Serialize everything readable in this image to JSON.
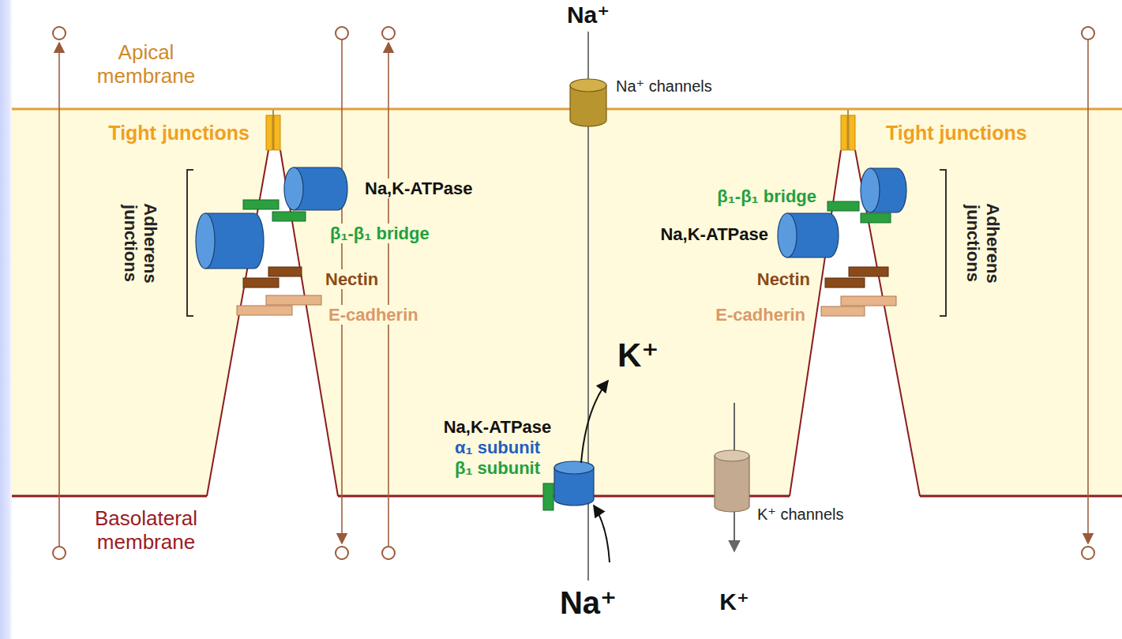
{
  "diagram": {
    "labels": [
      "Na⁺",
      "Apical membrane",
      "Na⁺ channels",
      "Tight junctions",
      "Adherens junctions",
      "Na,K-ATPase",
      "β₁-β₁ bridge",
      "Nectin",
      "E-cadherin",
      "Tight junctions",
      "β₁-β₁ bridge",
      "Na,K-ATPase",
      "Adherens junctions",
      "Nectin",
      "E-cadherin",
      "K⁺",
      "Na,K-ATPase",
      "α₁ subunit",
      "β₁ subunit",
      "K⁺ channels",
      "Basolateral membrane",
      "K⁺",
      "Na⁺"
    ]
  }
}
